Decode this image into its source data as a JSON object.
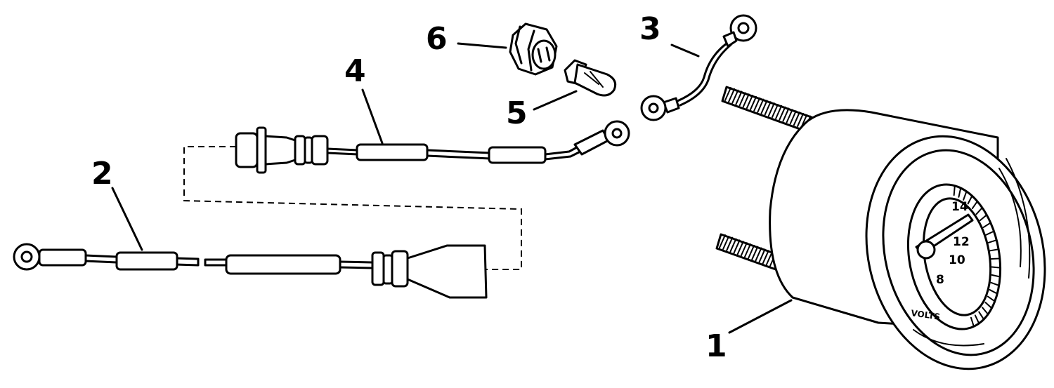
{
  "diagram": {
    "callouts": [
      {
        "id": "1",
        "part": "voltmeter-gauge"
      },
      {
        "id": "2",
        "part": "lower-wire-harness"
      },
      {
        "id": "3",
        "part": "ground-jumper-wire"
      },
      {
        "id": "4",
        "part": "upper-wire-harness"
      },
      {
        "id": "5",
        "part": "bulb"
      },
      {
        "id": "6",
        "part": "bulb-socket"
      }
    ],
    "gauge": {
      "unit_label": "VOLTS",
      "scale_labels": [
        "14",
        "12",
        "10",
        "8"
      ]
    }
  }
}
